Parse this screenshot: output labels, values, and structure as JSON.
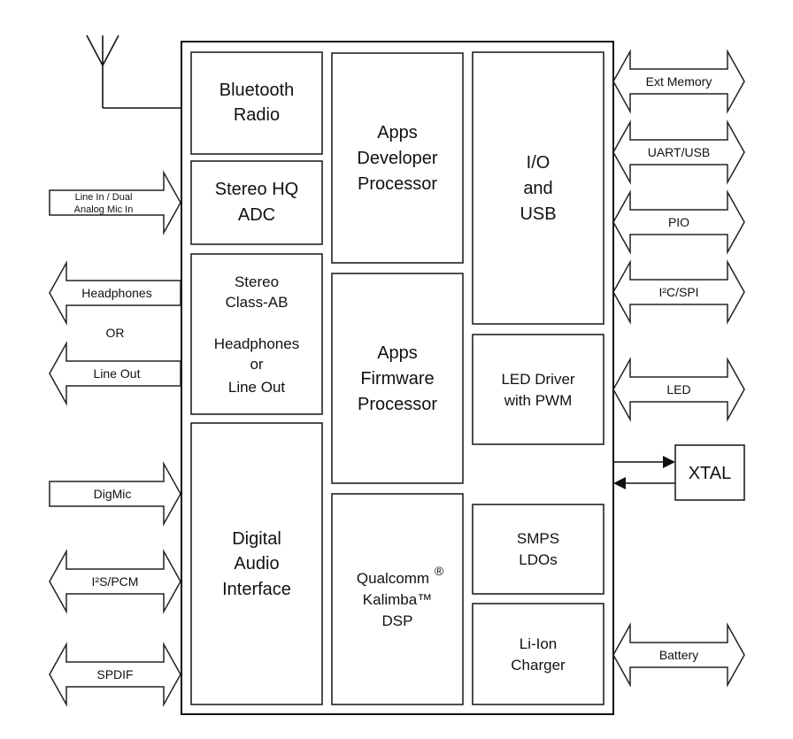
{
  "blocks": {
    "bluetooth": [
      "Bluetooth",
      "Radio"
    ],
    "adc": [
      "Stereo HQ",
      "ADC"
    ],
    "amp": [
      "Stereo",
      "Class-AB",
      "",
      "Headphones",
      "or",
      "Line Out"
    ],
    "dai": [
      "Digital",
      "Audio",
      "Interface"
    ],
    "apps_dev": [
      "Apps",
      "Developer",
      "Processor"
    ],
    "apps_fw": [
      "Apps",
      "Firmware",
      "Processor"
    ],
    "dsp": [
      "Qualcomm",
      "Kalimba™",
      "DSP"
    ],
    "dsp_mark": "®",
    "io": [
      "I/O",
      "and",
      "USB"
    ],
    "led_driver": [
      "LED Driver",
      "with PWM"
    ],
    "smps": [
      "SMPS",
      "LDOs"
    ],
    "charger": [
      "Li-Ion",
      "Charger"
    ],
    "xtal": "XTAL"
  },
  "left_ports": {
    "line_in": [
      "Line In / Dual",
      "Analog Mic In"
    ],
    "headphones": "Headphones",
    "or": "OR",
    "line_out": "Line Out",
    "digmic": "DigMic",
    "i2s": "I²S/PCM",
    "spdif": "SPDIF"
  },
  "right_ports": {
    "ext_memory": "Ext Memory",
    "uart": "UART/USB",
    "pio": "PIO",
    "i2c": "I²C/SPI",
    "led": "LED",
    "battery": "Battery"
  }
}
